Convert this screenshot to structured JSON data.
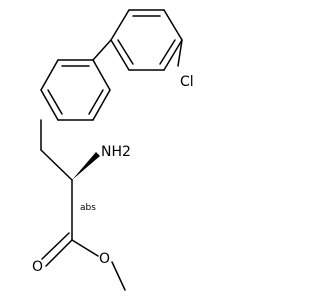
{
  "molecule": {
    "atoms": {
      "chlorine": "Cl",
      "amine": "NH2",
      "carbonyl_oxygen": "O",
      "ester_oxygen": "O"
    },
    "stereo_annotation": "abs"
  }
}
